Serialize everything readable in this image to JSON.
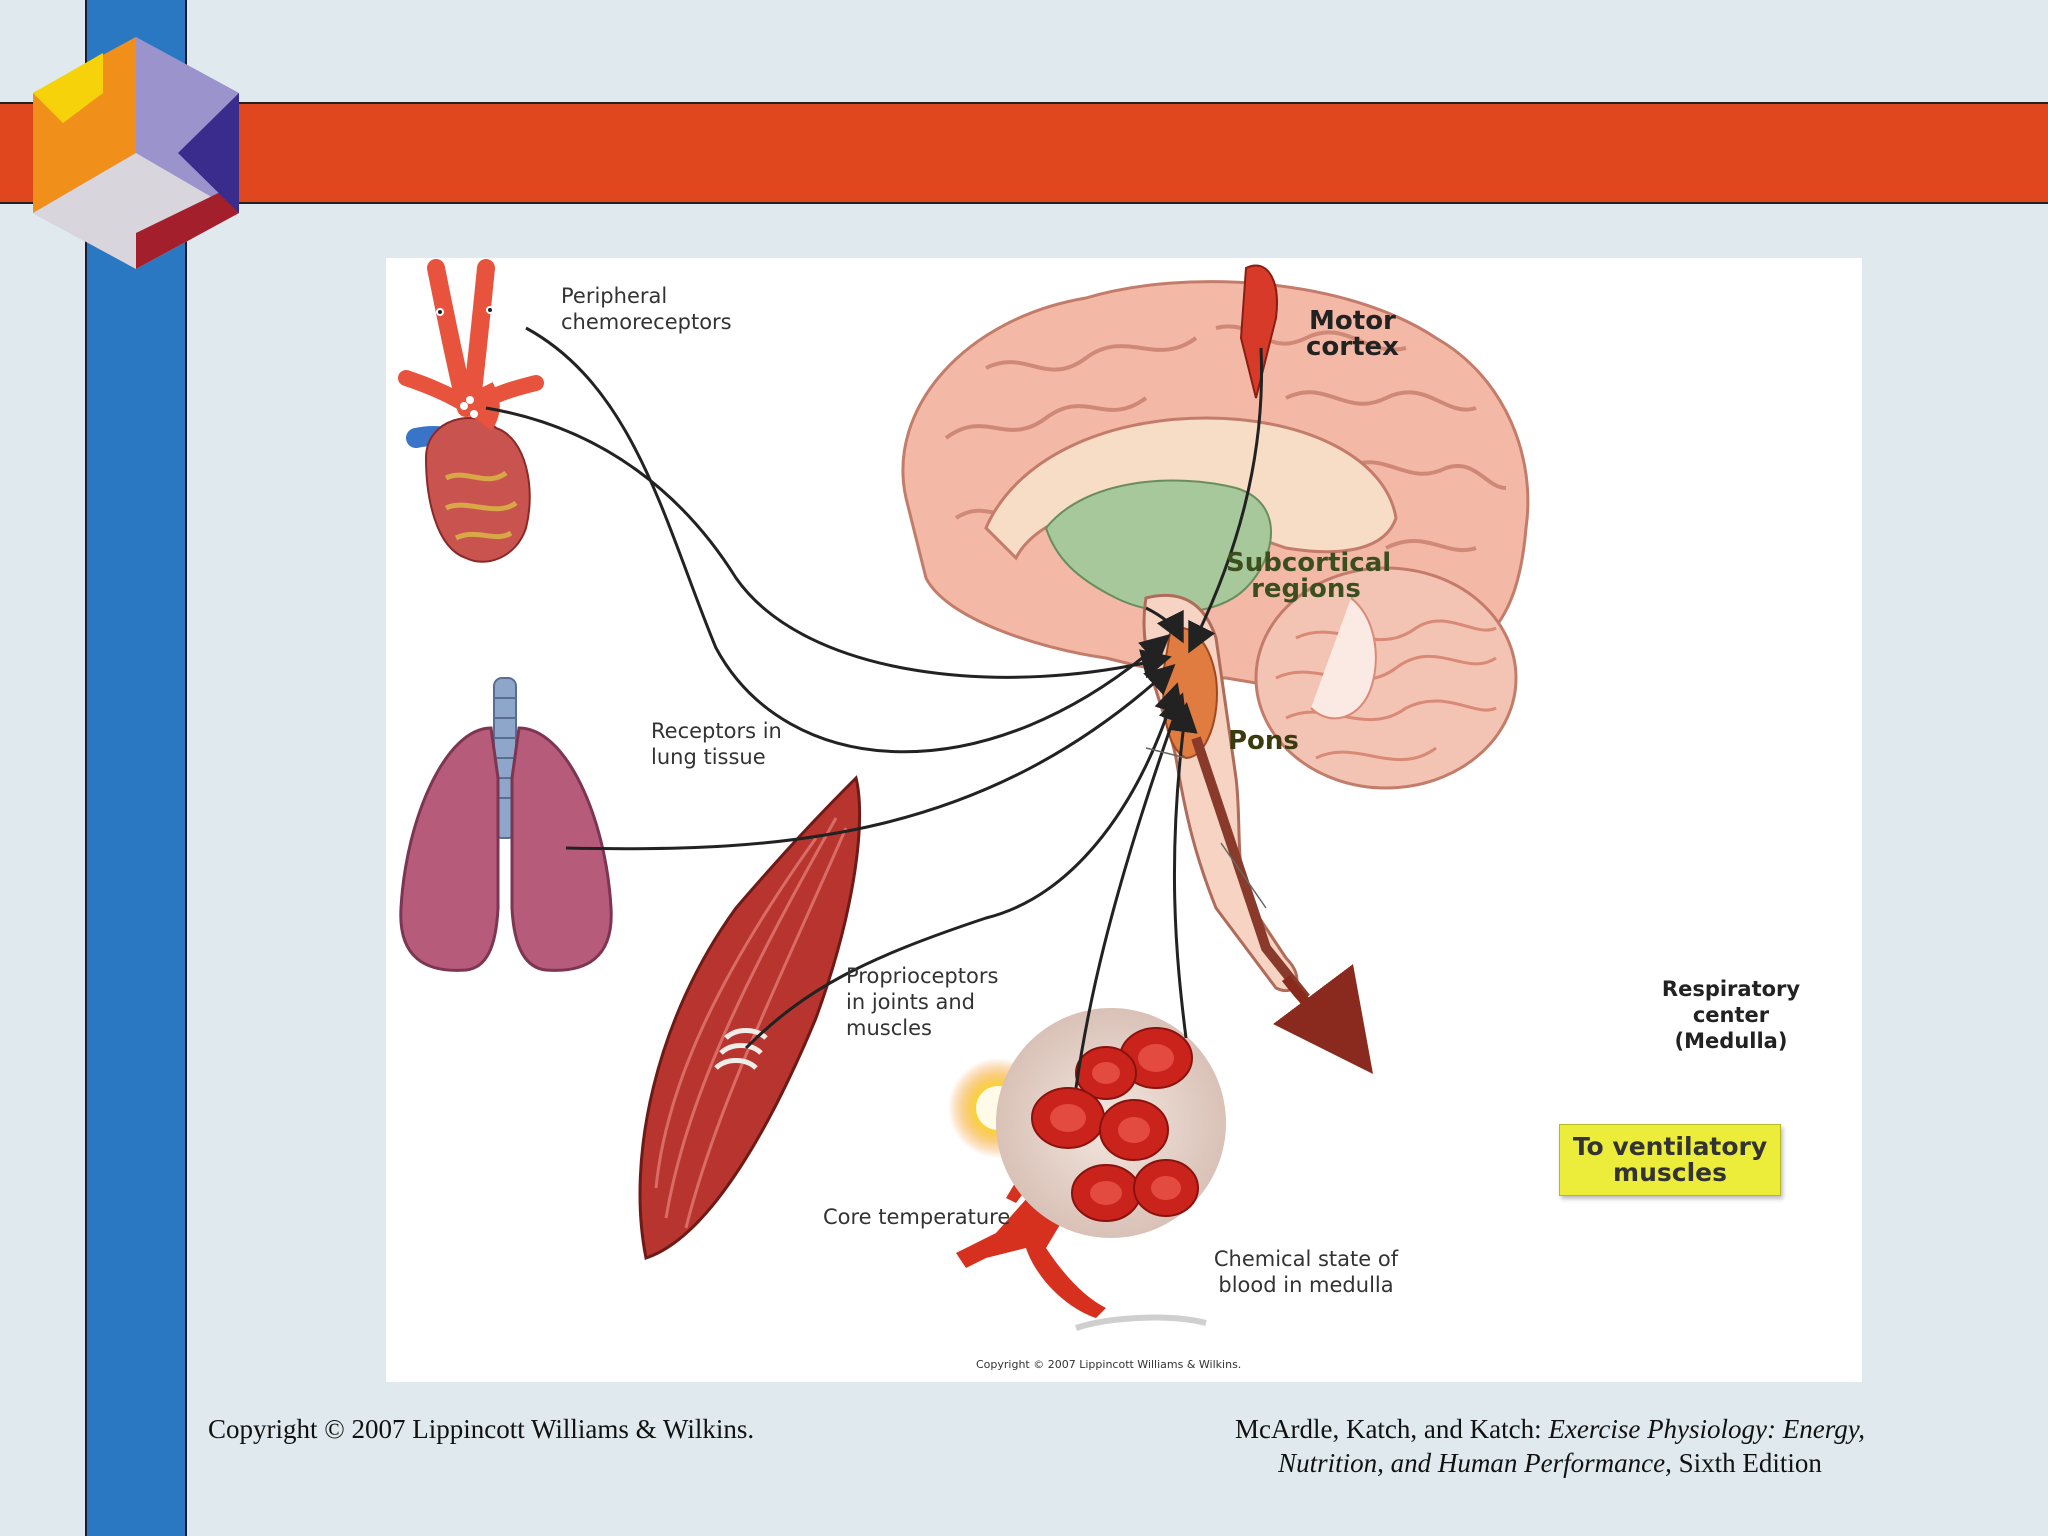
{
  "colors": {
    "background": "#e0e9ed",
    "blue_bar": "#2b78c2",
    "red_bar": "#e1471f",
    "vent_box": "#ecec3a"
  },
  "diagram": {
    "labels": {
      "peripheral": [
        "Peripheral",
        "chemoreceptors"
      ],
      "lung": [
        "Receptors in",
        "lung tissue"
      ],
      "proprio": [
        "Proprioceptors",
        "in joints and",
        "muscles"
      ],
      "core_temp": "Core temperature",
      "chemical": [
        "Chemical state of",
        "blood in medulla"
      ],
      "resp_center": [
        "Respiratory center",
        "(Medulla)"
      ],
      "motor": [
        "Motor",
        "cortex"
      ],
      "subcortical": [
        "Subcortical",
        "regions"
      ],
      "pons": "Pons",
      "vent": [
        "To ventilatory",
        "muscles"
      ]
    },
    "image_copyright": "Copyright © 2007 Lippincott Williams & Wilkins."
  },
  "footer": {
    "copyright": "Copyright © 2007 Lippincott Williams & Wilkins.",
    "citation_authors": "McArdle, Katch, and Katch: ",
    "citation_title_1": "Exercise Physiology: Energy,",
    "citation_title_2": "Nutrition, and Human Performance,",
    "citation_edition": " Sixth Edition"
  }
}
